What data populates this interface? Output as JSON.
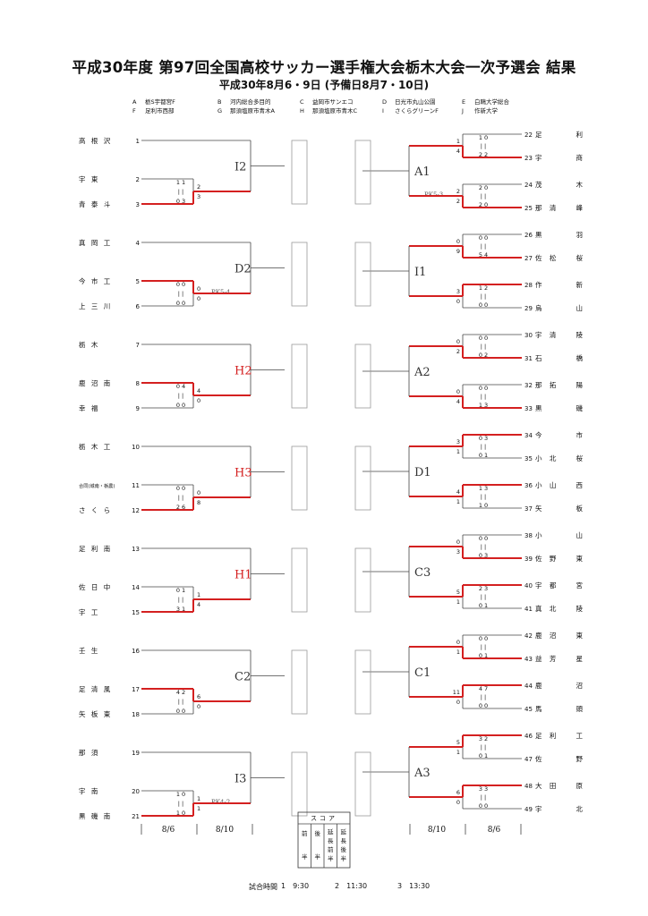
{
  "header": {
    "title": "平成30年度 第97回全国高校サッカー選手権大会栃木大会一次予選会 結果",
    "subtitle": "平成30年8月6・9日 (予備日8月7・10日)"
  },
  "venues": [
    {
      "code": "A",
      "name": "栃S宇都宮F"
    },
    {
      "code": "B",
      "name": "河内総合多目的"
    },
    {
      "code": "C",
      "name": "益岡市サンエコ"
    },
    {
      "code": "D",
      "name": "日光市丸山公園"
    },
    {
      "code": "E",
      "name": "白鴎大学総合"
    },
    {
      "code": "F",
      "name": "足利市西部"
    },
    {
      "code": "G",
      "name": "那須塩原市青木A"
    },
    {
      "code": "H",
      "name": "那須塩原市青木C"
    },
    {
      "code": "I",
      "name": "さくらグリーンF"
    },
    {
      "code": "J",
      "name": "作新大学"
    }
  ],
  "left_blocks": [
    {
      "code": "I2",
      "code_red": false,
      "teams": [
        {
          "num": "1",
          "name": "高 根 沢",
          "wins": [
            false,
            false
          ]
        },
        {
          "num": "2",
          "name": "宇 東",
          "wins": [
            false,
            false
          ]
        },
        {
          "num": "3",
          "name": "青 泰 斗",
          "wins": [
            false,
            true
          ]
        }
      ],
      "r1": {
        "top": "1 1",
        "bot": "0 3",
        "sa": "2",
        "sb": "3",
        "pk": ""
      },
      "r2": {
        "top": "",
        "bot": "",
        "sa": "",
        "sb": "",
        "pk": ""
      }
    },
    {
      "code": "D2",
      "code_red": false,
      "teams": [
        {
          "num": "4",
          "name": "真 岡 工",
          "wins": [
            false,
            false
          ]
        },
        {
          "num": "5",
          "name": "今 市 工",
          "wins": [
            false,
            true
          ]
        },
        {
          "num": "6",
          "name": "上 三 川",
          "wins": [
            false,
            false
          ]
        }
      ],
      "r1": {
        "top": "0 0",
        "bot": "0 0",
        "sa": "0",
        "sb": "0",
        "pk": "PK5-4"
      },
      "r2": {
        "top": "",
        "bot": "",
        "sa": "",
        "sb": "",
        "pk": ""
      }
    },
    {
      "code": "H2",
      "code_red": true,
      "teams": [
        {
          "num": "7",
          "name": "栃 木",
          "wins": [
            false,
            false
          ]
        },
        {
          "num": "8",
          "name": "鹿 沼 南",
          "wins": [
            false,
            true
          ]
        },
        {
          "num": "9",
          "name": "幸 福",
          "wins": [
            false,
            false
          ]
        }
      ],
      "r1": {
        "top": "0 4",
        "bot": "0 0",
        "sa": "4",
        "sb": "0",
        "pk": ""
      },
      "r2": {
        "top": "",
        "bot": "",
        "sa": "",
        "sb": "",
        "pk": ""
      }
    },
    {
      "code": "H3",
      "code_red": true,
      "teams": [
        {
          "num": "10",
          "name": "栃 木 工",
          "wins": [
            false,
            false
          ]
        },
        {
          "num": "11",
          "name": "合同(城南・栃農)",
          "wins": [
            false,
            false
          ]
        },
        {
          "num": "12",
          "name": "さ く ら",
          "wins": [
            false,
            true
          ]
        }
      ],
      "r1": {
        "top": "0 0",
        "bot": "2 6",
        "sa": "0",
        "sb": "8",
        "pk": ""
      },
      "r2": {
        "top": "",
        "bot": "",
        "sa": "",
        "sb": "",
        "pk": ""
      }
    },
    {
      "code": "H1",
      "code_red": true,
      "teams": [
        {
          "num": "13",
          "name": "足 利 南",
          "wins": [
            false,
            false
          ]
        },
        {
          "num": "14",
          "name": "佐 日 中",
          "wins": [
            false,
            false
          ]
        },
        {
          "num": "15",
          "name": "宇 工",
          "wins": [
            false,
            true
          ]
        }
      ],
      "r1": {
        "top": "0 1",
        "bot": "3 1",
        "sa": "1",
        "sb": "4",
        "pk": ""
      },
      "r2": {
        "top": "",
        "bot": "",
        "sa": "",
        "sb": "",
        "pk": ""
      }
    },
    {
      "code": "C2",
      "code_red": false,
      "teams": [
        {
          "num": "16",
          "name": "壬 生",
          "wins": [
            false,
            false
          ]
        },
        {
          "num": "17",
          "name": "足 清 風",
          "wins": [
            false,
            true
          ]
        },
        {
          "num": "18",
          "name": "矢 板 東",
          "wins": [
            false,
            false
          ]
        }
      ],
      "r1": {
        "top": "4 2",
        "bot": "0 0",
        "sa": "6",
        "sb": "0",
        "pk": ""
      },
      "r2": {
        "top": "",
        "bot": "",
        "sa": "",
        "sb": "",
        "pk": ""
      }
    },
    {
      "code": "I3",
      "code_red": false,
      "teams": [
        {
          "num": "19",
          "name": "那 須",
          "wins": [
            false,
            false
          ]
        },
        {
          "num": "20",
          "name": "宇 南",
          "wins": [
            false,
            false
          ]
        },
        {
          "num": "21",
          "name": "黒 磯 南",
          "wins": [
            false,
            true
          ]
        }
      ],
      "r1": {
        "top": "1 0",
        "bot": "1 0",
        "sa": "1",
        "sb": "1",
        "pk": "PK4-2"
      },
      "r2": {
        "top": "",
        "bot": "",
        "sa": "",
        "sb": "",
        "pk": ""
      }
    }
  ],
  "right_blocks": [
    {
      "code": "A1",
      "code_red": false,
      "teams": [
        {
          "num": "22",
          "name": "足 利",
          "wins": [
            false,
            false
          ]
        },
        {
          "num": "23",
          "name": "宇 商",
          "wins": [
            true,
            false
          ]
        },
        {
          "num": "24",
          "name": "茂 木",
          "wins": [
            false,
            false
          ]
        },
        {
          "num": "25",
          "name": "那 清 峰",
          "wins": [
            true,
            false
          ]
        }
      ],
      "m1": {
        "top": "1 0",
        "bot": "2 2",
        "sa": "1",
        "sb": "4",
        "pk": ""
      },
      "m2": {
        "top": "2 0",
        "bot": "2 0",
        "sa": "2",
        "sb": "2",
        "pk": "PK5-3"
      }
    },
    {
      "code": "I1",
      "code_red": false,
      "teams": [
        {
          "num": "26",
          "name": "黒 羽",
          "wins": [
            false,
            false
          ]
        },
        {
          "num": "27",
          "name": "佐 松 桜",
          "wins": [
            true,
            false
          ]
        },
        {
          "num": "28",
          "name": "作 新",
          "wins": [
            true,
            false
          ]
        },
        {
          "num": "29",
          "name": "烏 山",
          "wins": [
            false,
            false
          ]
        }
      ],
      "m1": {
        "top": "0 0",
        "bot": "5 4",
        "sa": "0",
        "sb": "9",
        "pk": ""
      },
      "m2": {
        "top": "1 2",
        "bot": "0 0",
        "sa": "3",
        "sb": "0",
        "pk": ""
      }
    },
    {
      "code": "A2",
      "code_red": false,
      "teams": [
        {
          "num": "30",
          "name": "宇 清 陵",
          "wins": [
            false,
            false
          ]
        },
        {
          "num": "31",
          "name": "石 橋",
          "wins": [
            true,
            false
          ]
        },
        {
          "num": "32",
          "name": "那 拓 陽",
          "wins": [
            false,
            false
          ]
        },
        {
          "num": "33",
          "name": "黒 磯",
          "wins": [
            true,
            false
          ]
        }
      ],
      "m1": {
        "top": "0 0",
        "bot": "0 2",
        "sa": "0",
        "sb": "2",
        "pk": ""
      },
      "m2": {
        "top": "0 0",
        "bot": "1 3",
        "sa": "0",
        "sb": "4",
        "pk": ""
      }
    },
    {
      "code": "D1",
      "code_red": false,
      "teams": [
        {
          "num": "34",
          "name": "今 市",
          "wins": [
            true,
            false
          ]
        },
        {
          "num": "35",
          "name": "小 北 桜",
          "wins": [
            false,
            false
          ]
        },
        {
          "num": "36",
          "name": "小 山 西",
          "wins": [
            true,
            false
          ]
        },
        {
          "num": "37",
          "name": "矢 板",
          "wins": [
            false,
            false
          ]
        }
      ],
      "m1": {
        "top": "0 3",
        "bot": "0 1",
        "sa": "3",
        "sb": "1",
        "pk": ""
      },
      "m2": {
        "top": "1 3",
        "bot": "1 0",
        "sa": "4",
        "sb": "1",
        "pk": ""
      }
    },
    {
      "code": "C3",
      "code_red": false,
      "teams": [
        {
          "num": "38",
          "name": "小 山",
          "wins": [
            false,
            false
          ]
        },
        {
          "num": "39",
          "name": "佐 野 東",
          "wins": [
            true,
            false
          ]
        },
        {
          "num": "40",
          "name": "宇 都 宮",
          "wins": [
            true,
            false
          ]
        },
        {
          "num": "41",
          "name": "真 北 陵",
          "wins": [
            false,
            false
          ]
        }
      ],
      "m1": {
        "top": "0 0",
        "bot": "0 3",
        "sa": "0",
        "sb": "3",
        "pk": ""
      },
      "m2": {
        "top": "2 3",
        "bot": "0 1",
        "sa": "5",
        "sb": "1",
        "pk": ""
      }
    },
    {
      "code": "C1",
      "code_red": false,
      "teams": [
        {
          "num": "42",
          "name": "鹿 沼 東",
          "wins": [
            false,
            false
          ]
        },
        {
          "num": "43",
          "name": "益 芳 星",
          "wins": [
            true,
            false
          ]
        },
        {
          "num": "44",
          "name": "鹿 沼",
          "wins": [
            true,
            false
          ]
        },
        {
          "num": "45",
          "name": "馬 頭",
          "wins": [
            false,
            false
          ]
        }
      ],
      "m1": {
        "top": "0 0",
        "bot": "0 1",
        "sa": "0",
        "sb": "1",
        "pk": ""
      },
      "m2": {
        "top": "4 7",
        "bot": "0 0",
        "sa": "11",
        "sb": "0",
        "pk": ""
      }
    },
    {
      "code": "A3",
      "code_red": false,
      "teams": [
        {
          "num": "46",
          "name": "足 利 工",
          "wins": [
            true,
            false
          ]
        },
        {
          "num": "47",
          "name": "佐 野",
          "wins": [
            false,
            false
          ]
        },
        {
          "num": "48",
          "name": "大 田 原",
          "wins": [
            true,
            false
          ]
        },
        {
          "num": "49",
          "name": "宇 北",
          "wins": [
            false,
            false
          ]
        }
      ],
      "m1": {
        "top": "3 2",
        "bot": "0 1",
        "sa": "5",
        "sb": "1",
        "pk": ""
      },
      "m2": {
        "top": "3 3",
        "bot": "0 0",
        "sa": "6",
        "sb": "0",
        "pk": ""
      }
    }
  ],
  "dates": {
    "left_r1": "8/6",
    "left_r2": "8/10",
    "right_r2": "8/10",
    "right_r1": "8/6"
  },
  "legend": {
    "title": "スコア",
    "cols": [
      "前半",
      "後半",
      "延長前半",
      "延長後半"
    ]
  },
  "footer": {
    "label": "試合時間",
    "slots": [
      {
        "num": "1",
        "time": "9:30"
      },
      {
        "num": "2",
        "time": "11:30"
      },
      {
        "num": "3",
        "time": "13:30"
      }
    ]
  },
  "colors": {
    "win_line": "#d42020",
    "code_red": "#d42020",
    "line": "#444444"
  }
}
